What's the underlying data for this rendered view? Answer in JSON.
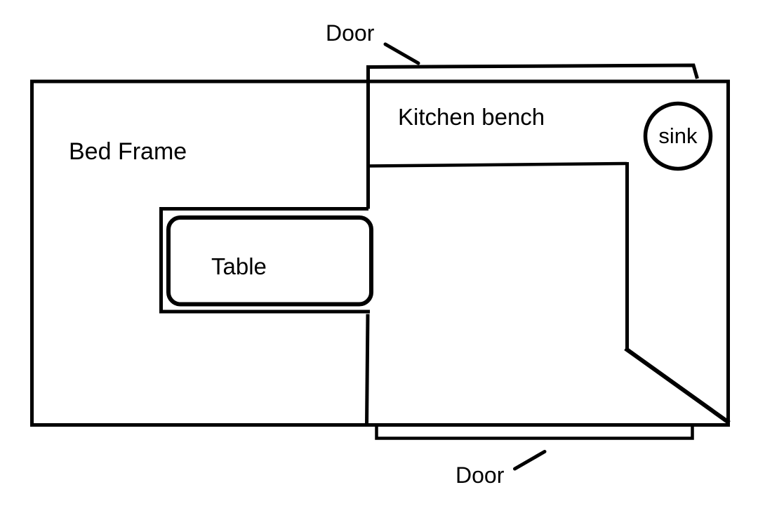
{
  "diagram": {
    "colors": {
      "ink": "#000000",
      "background": "#ffffff"
    },
    "labels": {
      "door_top": "Door",
      "kitchen_bench": "Kitchen bench",
      "sink": "sink",
      "bed_frame": "Bed Frame",
      "table": "Table",
      "door_bottom": "Door"
    },
    "elements": [
      "room-outline",
      "interior-divider-wall",
      "top-door",
      "top-door-leader-line",
      "kitchen-bench-outline",
      "kitchen-bench-diagonal",
      "sink-circle",
      "table-outer-outline",
      "table-inner-rounded-rect",
      "bottom-door",
      "bottom-door-leader-line"
    ]
  }
}
